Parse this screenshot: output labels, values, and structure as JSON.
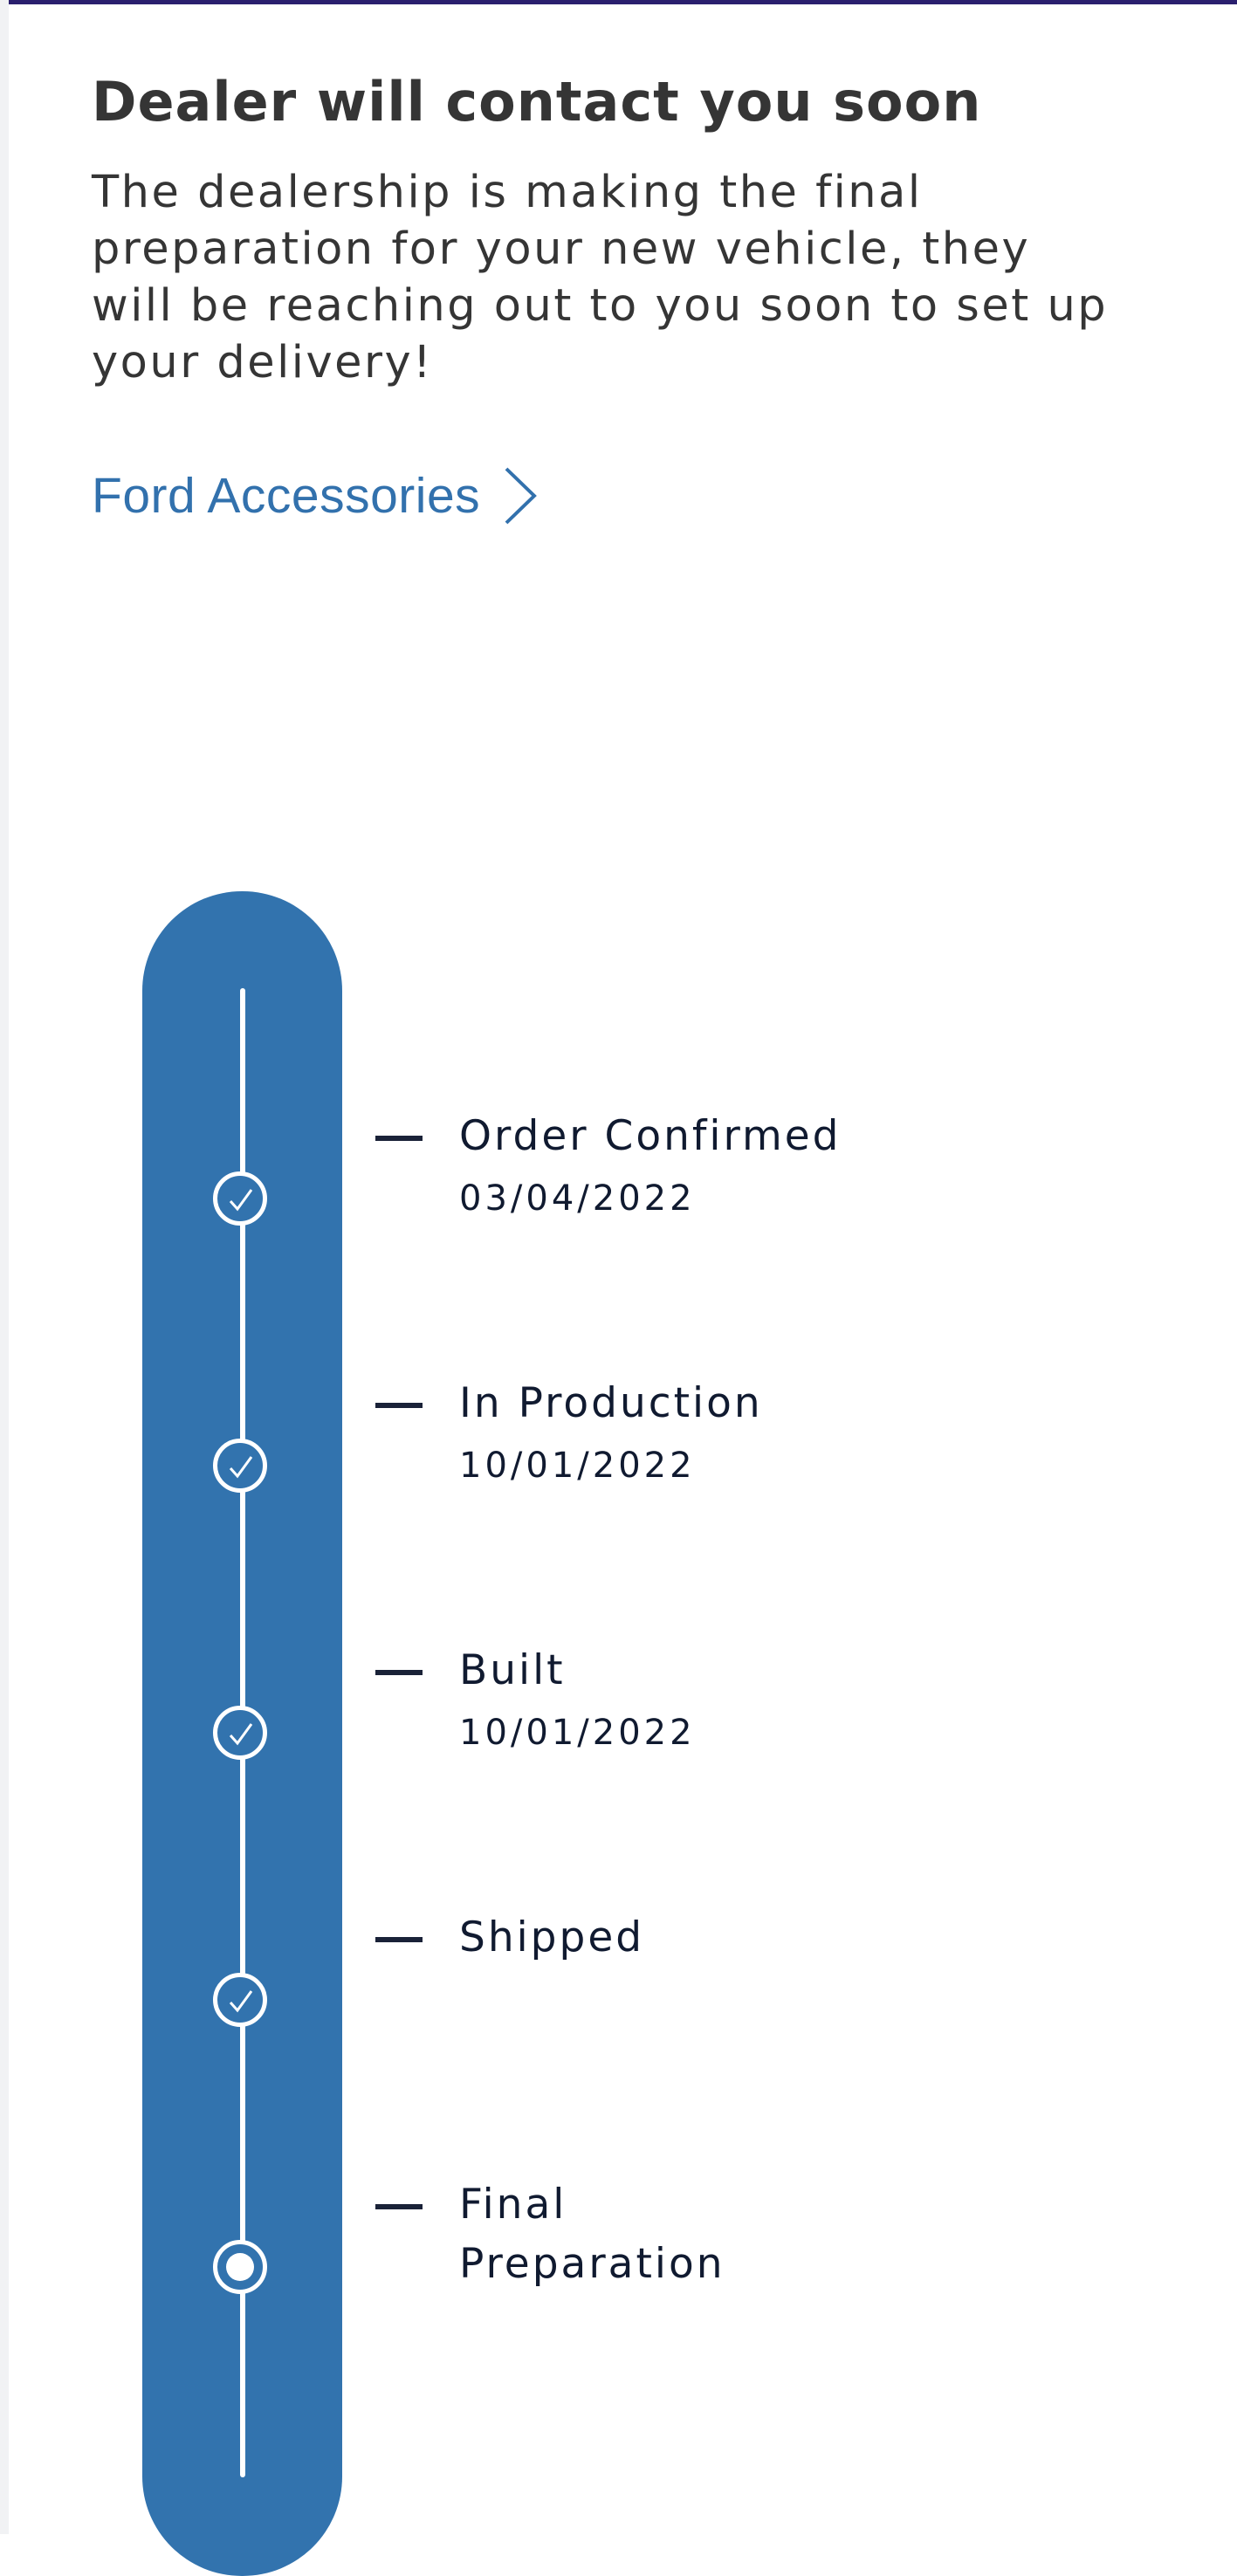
{
  "header": {
    "title": "Dealer will contact you soon",
    "description": "The dealership is making the final preparation for your new vehicle, they will be reaching out to you soon to set up your delivery!"
  },
  "link": {
    "label": "Ford Accessories",
    "icon": "chevron-right-icon"
  },
  "colors": {
    "accent_blue": "#3273ae",
    "link_blue": "#3271ad",
    "text_dark": "#353535",
    "step_text": "#101a30"
  },
  "timeline": {
    "steps": [
      {
        "label": "Order Confirmed",
        "date": "03/04/2022",
        "status": "complete",
        "icon": "checkmark-icon"
      },
      {
        "label": "In Production",
        "date": "10/01/2022",
        "status": "complete",
        "icon": "checkmark-icon"
      },
      {
        "label": "Built",
        "date": "10/01/2022",
        "status": "complete",
        "icon": "checkmark-icon"
      },
      {
        "label": "Shipped",
        "date": "",
        "status": "complete",
        "icon": "checkmark-icon"
      },
      {
        "label": "Final\nPreparation",
        "date": "",
        "status": "current",
        "icon": "current-dot-icon"
      }
    ]
  }
}
